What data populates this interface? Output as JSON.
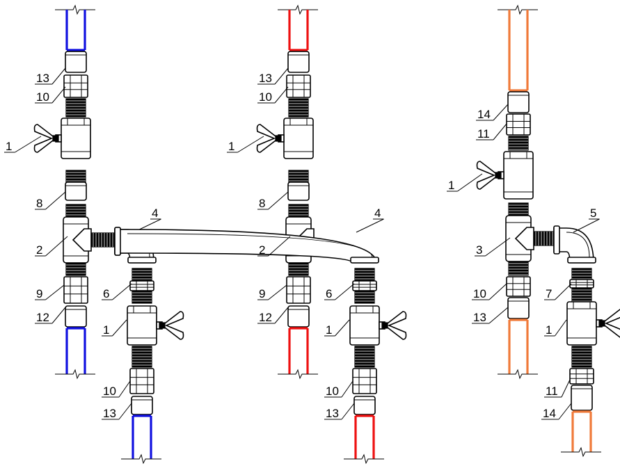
{
  "colors": {
    "cold_pipe": "#1010e0",
    "hot_pipe": "#ee1111",
    "return_pipe": "#f07a3a",
    "outline": "#000000"
  },
  "assemblies": [
    {
      "pipe_color_key": "cold_pipe",
      "labels": {
        "valve_top": "1",
        "tee": "2",
        "elbow": "4",
        "union_mid": "6",
        "nipple": "8",
        "coupling_low": "9",
        "valve_bottom": "1",
        "union_top": "10",
        "union_bottom": "10",
        "adapter_low": "12",
        "adapter_top": "13",
        "adapter_bottom": "13"
      }
    },
    {
      "pipe_color_key": "hot_pipe",
      "labels": {
        "valve_top": "1",
        "tee": "2",
        "elbow": "4",
        "union_mid": "6",
        "nipple": "8",
        "coupling_low": "9",
        "valve_bottom": "1",
        "union_top": "10",
        "union_bottom": "10",
        "adapter_low": "12",
        "adapter_top": "13",
        "adapter_bottom": "13"
      }
    },
    {
      "pipe_color_key": "return_pipe",
      "labels": {
        "adapter_top": "14",
        "union_top": "11",
        "valve_top": "1",
        "tee": "3",
        "elbow": "5",
        "union_low": "10",
        "union_mid": "7",
        "adapter_low": "13",
        "valve_bottom": "1",
        "union_bottom": "11",
        "adapter_bottom": "14"
      }
    }
  ]
}
